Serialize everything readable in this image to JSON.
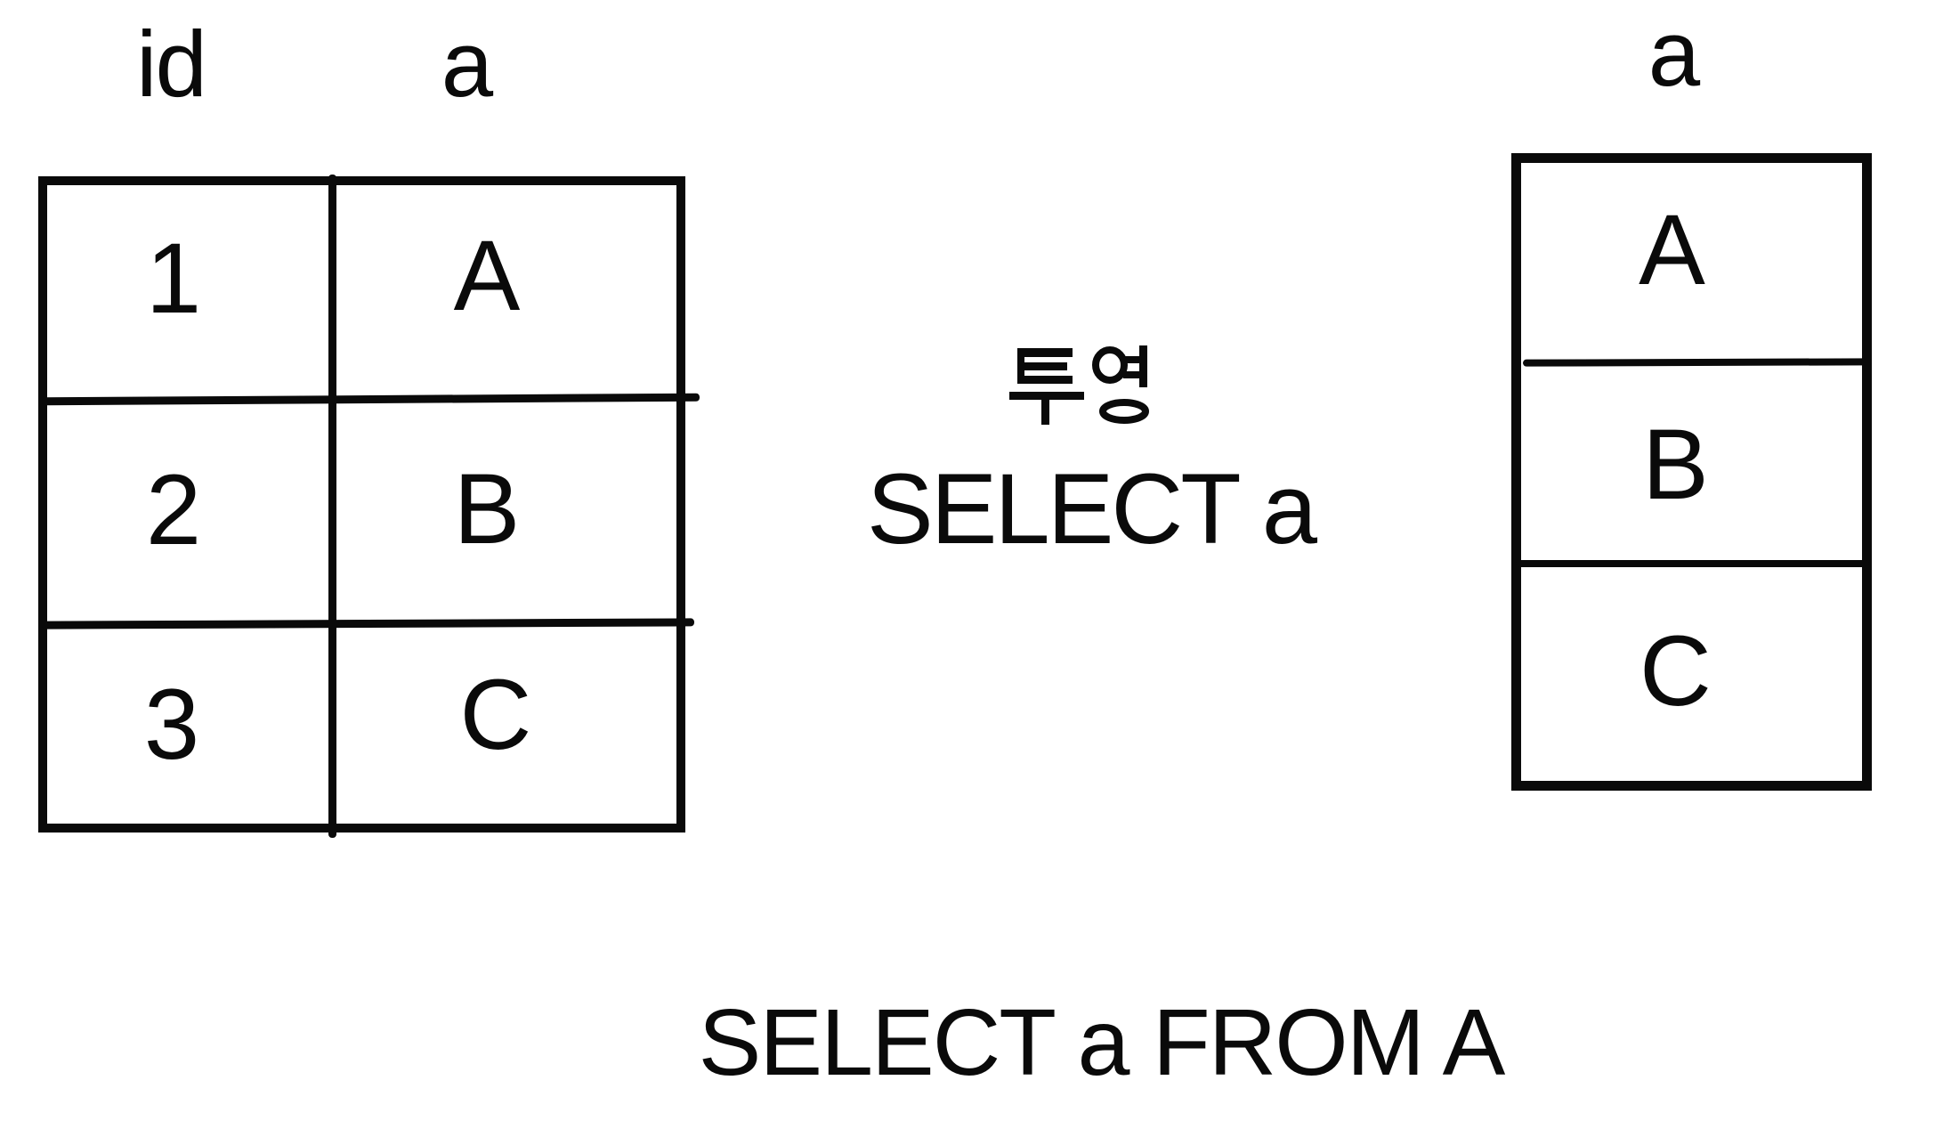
{
  "colors": {
    "ink": "#0a0a0a",
    "background": "#ffffff"
  },
  "left_table": {
    "headers": [
      "id",
      "a"
    ],
    "rows": [
      [
        "1",
        "A"
      ],
      [
        "2",
        "B"
      ],
      [
        "3",
        "C"
      ]
    ]
  },
  "projection": {
    "korean_label": "투영",
    "sql_label": "SELECT a"
  },
  "right_table": {
    "header": "a",
    "rows": [
      "A",
      "B",
      "C"
    ]
  },
  "caption": {
    "text": "SELECT a FROM A"
  }
}
